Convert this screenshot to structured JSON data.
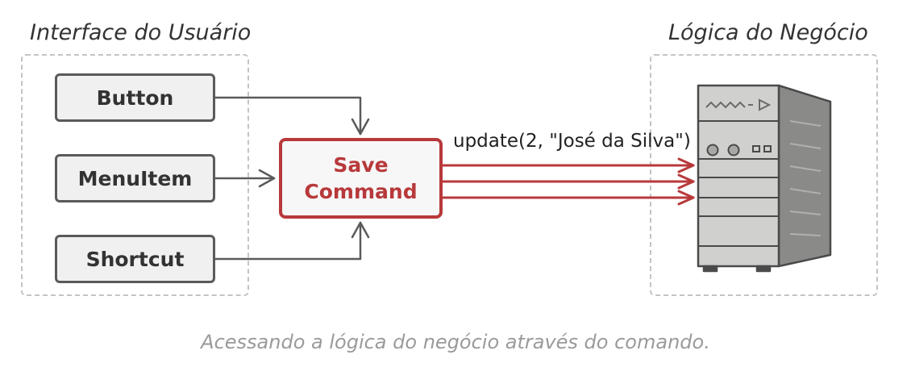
{
  "groups": {
    "ui_title": "Interface do Usuário",
    "business_title": "Lógica do Negócio"
  },
  "ui_elements": [
    "Button",
    "MenuItem",
    "Shortcut"
  ],
  "command": {
    "line1": "Save",
    "line2": "Command"
  },
  "call_label": "update(2, \"José da Silva\")",
  "caption": "Acessando a lógica do negócio através do comando.",
  "colors": {
    "command": "#b8393b",
    "connector": "#5a5a5a",
    "group_border": "#c4c4c4",
    "caption": "#9a9a9a"
  },
  "icons": {
    "server": "server-tower-icon"
  }
}
